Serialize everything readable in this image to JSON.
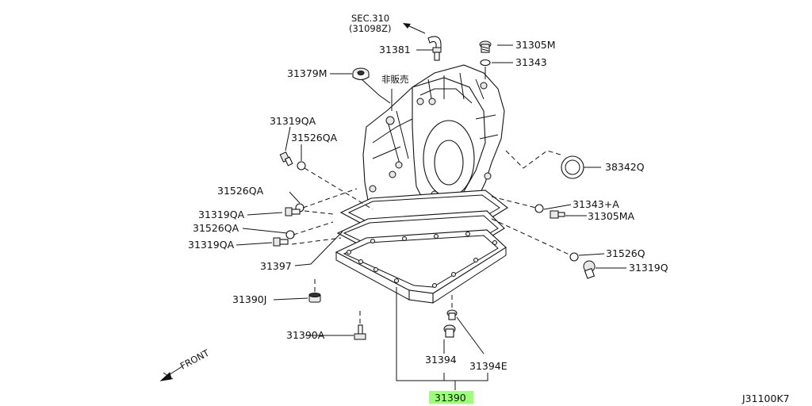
{
  "sec_ref": {
    "line1": "SEC.310",
    "line2": "(31098Z)"
  },
  "not_for_sale": "非販売",
  "callouts": {
    "p31381": "31381",
    "p31305M": "31305M",
    "p31343": "31343",
    "p31379M": "31379M",
    "p31319QA_1": "31319QA",
    "p31526QA_1": "31526QA",
    "p38342Q": "38342Q",
    "p31526QA_2": "31526QA",
    "p31343A": "31343+A",
    "p31319QA_2": "31319QA",
    "p31305MA": "31305MA",
    "p31526QA_3": "31526QA",
    "p31319QA_3": "31319QA",
    "p31526Q": "31526Q",
    "p31397": "31397",
    "p31319Q": "31319Q",
    "p31390J": "31390J",
    "p31390A": "31390A",
    "p31394": "31394",
    "p31394E": "31394E",
    "p31390": "31390"
  },
  "front_label": "FRONT",
  "diagram_code": "J31100K7",
  "highlight_color": "#9cff7a"
}
